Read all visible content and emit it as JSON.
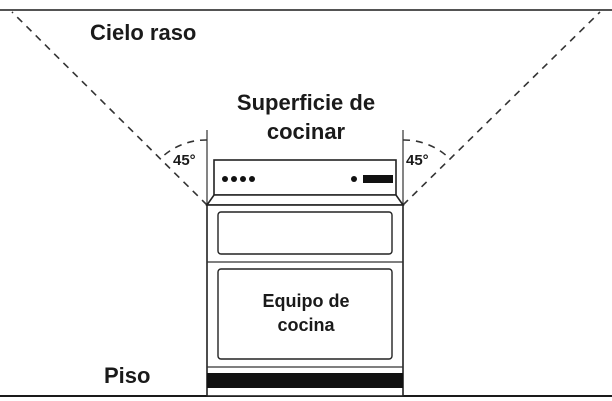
{
  "labels": {
    "ceiling": "Cielo raso",
    "cooktop_line1": "Superficie de",
    "cooktop_line2": "cocinar",
    "angle_left": "45°",
    "angle_right": "45°",
    "appliance_line1": "Equipo de",
    "appliance_line2": "cocina",
    "floor": "Piso"
  },
  "colors": {
    "ink": "#1a1a1a",
    "background": "#ffffff"
  }
}
